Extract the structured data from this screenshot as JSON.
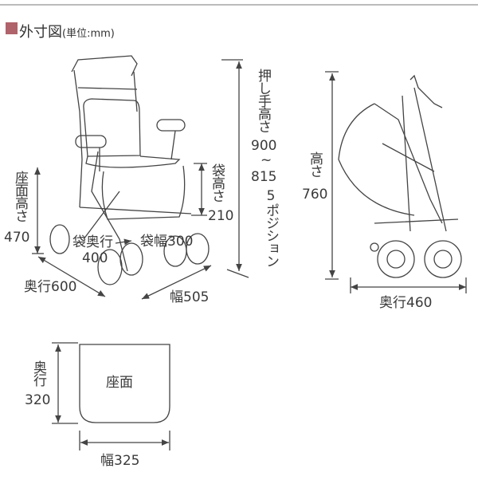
{
  "header": {
    "title": "外寸図",
    "unit": "(単位:mm)",
    "accent": "#b0636a"
  },
  "main_view": {
    "seat_height_label": "座面高さ",
    "seat_height_value": "470",
    "bag_height_label": "袋高さ",
    "bag_height_value": "210",
    "handle_height_label": "押し手高さ",
    "handle_height_max": "900",
    "handle_height_sep": "~",
    "handle_height_min": "815",
    "handle_positions": "5ポジション",
    "bag_depth_label": "袋奥行",
    "bag_depth_value": "400",
    "bag_width": "袋幅300",
    "depth": "奥行600",
    "width": "幅505"
  },
  "folded_view": {
    "height_label": "高さ",
    "height_value": "760",
    "depth": "奥行460"
  },
  "seat_view": {
    "seat_label": "座面",
    "depth_label": "奥行",
    "depth_value": "320",
    "width": "幅325"
  }
}
